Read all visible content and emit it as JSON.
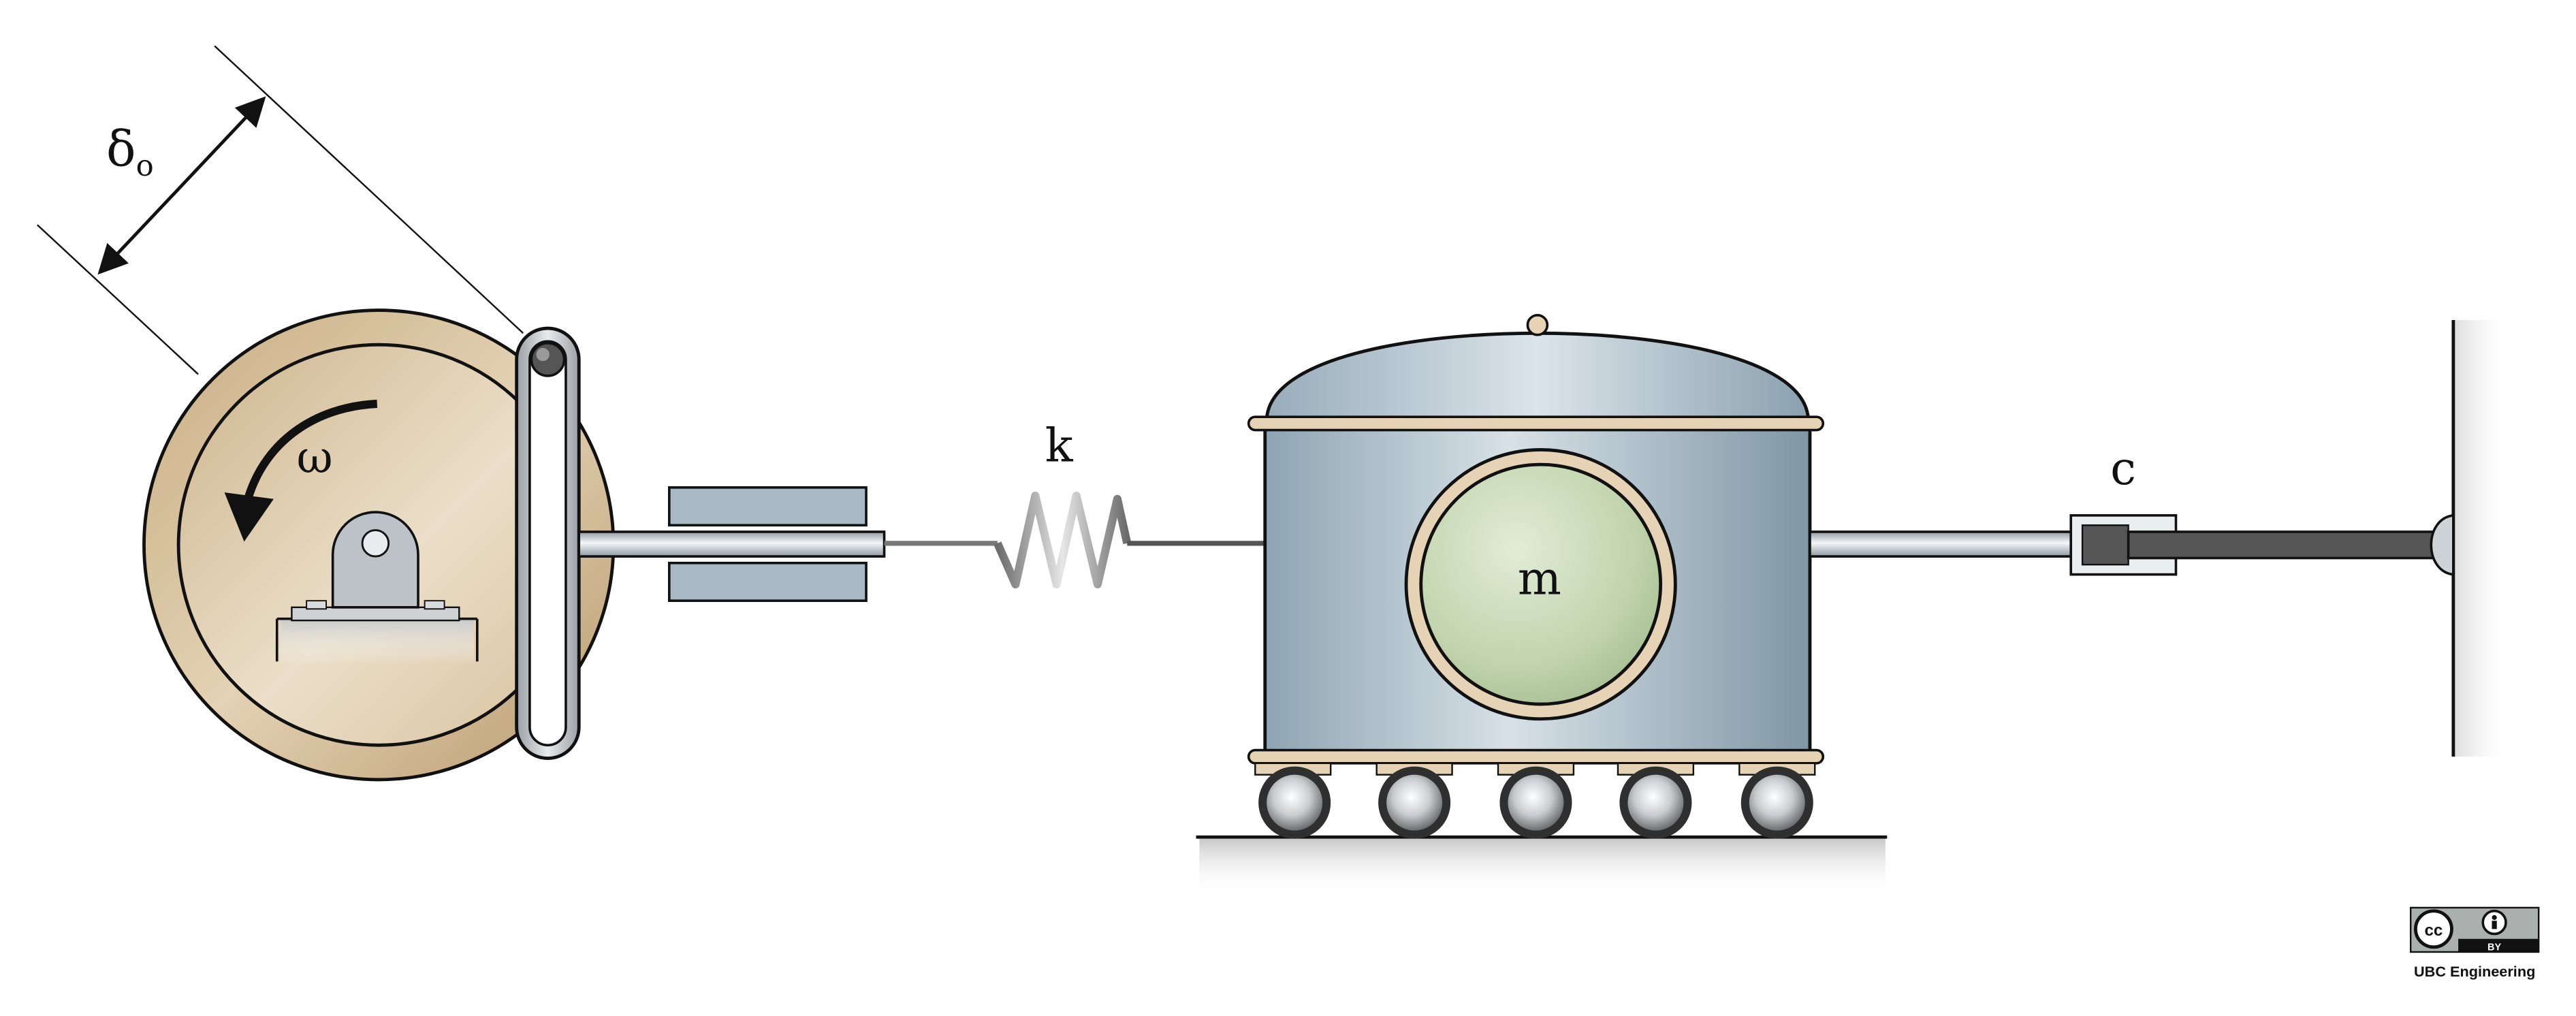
{
  "labels": {
    "offset_symbol": "δ",
    "offset_subscript": "o",
    "angular_velocity": "ω",
    "spring_constant": "k",
    "mass": "m",
    "damping": "c"
  },
  "license": {
    "cc": "cc",
    "by": "BY",
    "credit": "UBC Engineering"
  },
  "colors": {
    "disk": "#d2bc98",
    "slot_frame": "#bfc3c6",
    "guide_block": "#a9b9c3",
    "cart_body": "#a9bcc8",
    "window_glass": "#c8d9b6",
    "trim": "#e6d2b4",
    "damper_rod": "#555555"
  }
}
